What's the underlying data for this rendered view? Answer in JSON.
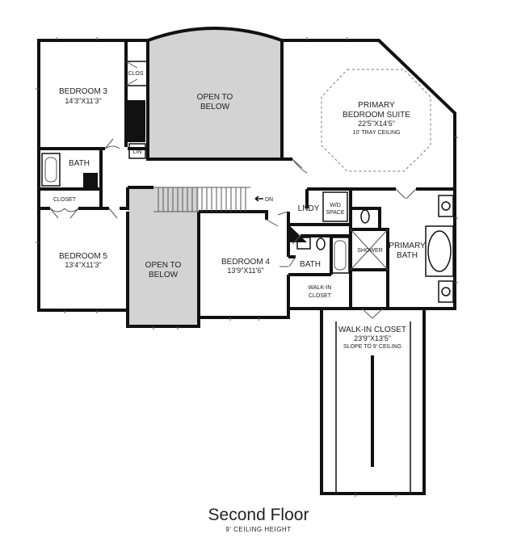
{
  "floor": {
    "title": "Second Floor",
    "subtitle": "9' CEILING HEIGHT"
  },
  "rooms": {
    "bedroom3": {
      "name": "BEDROOM 3",
      "dims": "14'3\"X11'3\""
    },
    "clos": {
      "name": "CLOS"
    },
    "open_below_top": {
      "line1": "OPEN TO",
      "line2": "BELOW"
    },
    "primary_suite": {
      "line1": "PRIMARY",
      "line2": "BEDROOM SUITE",
      "dims": "22'5\"X14'5\"",
      "note": "10' TRAY CEILING"
    },
    "lin": {
      "name": "LIN"
    },
    "bath_left": {
      "name": "BATH"
    },
    "closet_left": {
      "name": "CLOSET"
    },
    "dn": {
      "name": "DN"
    },
    "lndy": {
      "name": "LNDY"
    },
    "wd_space": {
      "line1": "W/D",
      "line2": "SPACE"
    },
    "bedroom5": {
      "name": "BEDROOM 5",
      "dims": "13'4\"X11'3\""
    },
    "open_below_mid": {
      "line1": "OPEN TO",
      "line2": "BELOW"
    },
    "bedroom4": {
      "name": "BEDROOM 4",
      "dims": "13'9\"X11'6\""
    },
    "bath_mid": {
      "name": "BATH"
    },
    "shower": {
      "name": "SHOWER"
    },
    "primary_bath": {
      "line1": "PRIMARY",
      "line2": "BATH"
    },
    "walkin_small": {
      "line1": "WALK-IN",
      "line2": "CLOSET"
    },
    "walkin_large": {
      "line1": "WALK-IN CLOSET",
      "dims": "23'9\"X13'5\"",
      "note": "SLOPE TO 9' CEILING"
    }
  },
  "colors": {
    "wall": "#111111",
    "open_area": "#d3d3d3",
    "background": "#ffffff"
  }
}
